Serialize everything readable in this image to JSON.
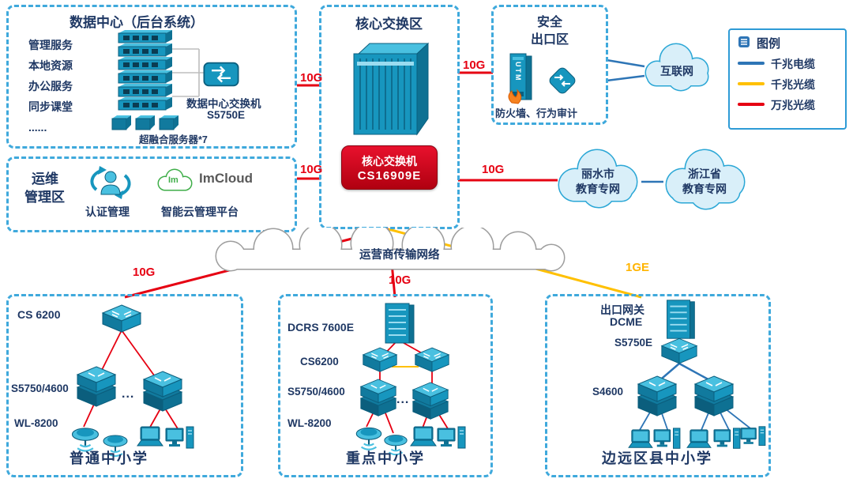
{
  "colors": {
    "zone_border": "#3FA9DC",
    "title_navy": "#1F3864",
    "device_teal": "#1796BE",
    "red_10g": "#E60012",
    "yellow_1g_fiber": "#FFC000",
    "blue_1g_copper": "#2E75B6",
    "badge_red": "#C00010"
  },
  "datacenter": {
    "title": "数据中心（后台系统）",
    "services": [
      "管理服务",
      "本地资源",
      "办公服务",
      "同步课堂",
      "......"
    ],
    "server_caption": "超融合服务器*7",
    "switch_caption": "数据中心交换机",
    "switch_model": "S5750E"
  },
  "ops": {
    "title_line1": "运维",
    "title_line2": "管理区",
    "auth_caption": "认证管理",
    "cloud_glyph": "Im",
    "brand": "ImCloud",
    "platform_caption": "智能云管理平台"
  },
  "core": {
    "title": "核心交换区",
    "badge_line1": "核心交换机",
    "badge_line2": "CS16909E"
  },
  "security": {
    "title_line1": "安全",
    "title_line2": "出口区",
    "utm_label": "UTM",
    "caption": "防火墙、行为审计"
  },
  "clouds": {
    "internet": "互联网",
    "lishui_line1": "丽水市",
    "lishui_line2": "教育专网",
    "zhejiang_line1": "浙江省",
    "zhejiang_line2": "教育专网",
    "carrier": "运营商传输网络"
  },
  "legend": {
    "title": "图例",
    "items": [
      {
        "label": "千兆电缆",
        "color": "#2E75B6"
      },
      {
        "label": "千兆光缆",
        "color": "#FFC000"
      },
      {
        "label": "万兆光缆",
        "color": "#E60012"
      }
    ]
  },
  "links": {
    "dc_core": "10G",
    "core_security": "10G",
    "ops_core": "10G",
    "core_lishui": "10G",
    "carrier_school1": "10G",
    "carrier_school2": "10G",
    "carrier_school3": "1GE"
  },
  "schools": [
    {
      "title": "普通中小学",
      "core_label": "CS 6200",
      "access_label": "S5750/4600",
      "wireless_label": "WL-8200",
      "ellipsis": "..."
    },
    {
      "title": "重点中小学",
      "core_label": "DCRS 7600E",
      "agg_label": "CS6200",
      "access_label": "S5750/4600",
      "wireless_label": "WL-8200",
      "ellipsis": "..."
    },
    {
      "title": "边远区县中小学",
      "gateway_line1": "出口网关",
      "gateway_line2": "DCME",
      "gateway_model": "S5750E",
      "access_label": "S4600"
    }
  ]
}
